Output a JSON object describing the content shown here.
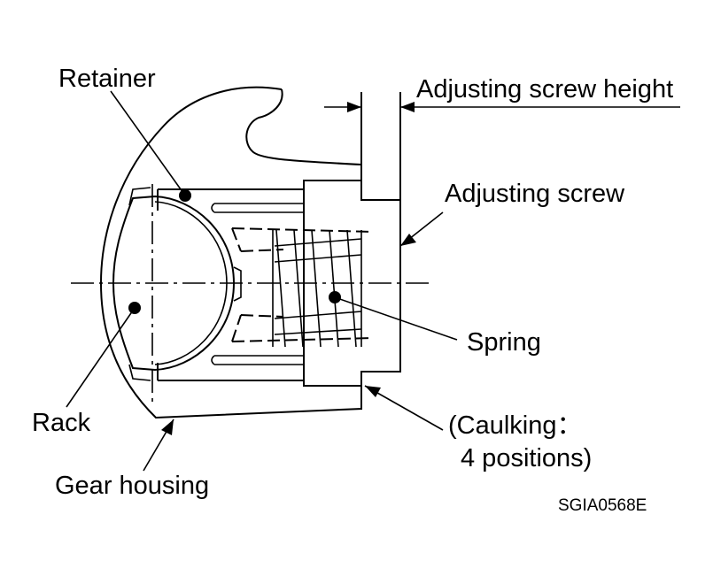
{
  "labels": {
    "retainer": "Retainer",
    "adjusting_screw_height": "Adjusting screw height",
    "adjusting_screw": "Adjusting screw",
    "spring": "Spring",
    "rack": "Rack",
    "caulking_line1": "(Caulking：",
    "caulking_line2": "4 positions)",
    "gear_housing": "Gear housing"
  },
  "figure_code": "SGIA0568E"
}
